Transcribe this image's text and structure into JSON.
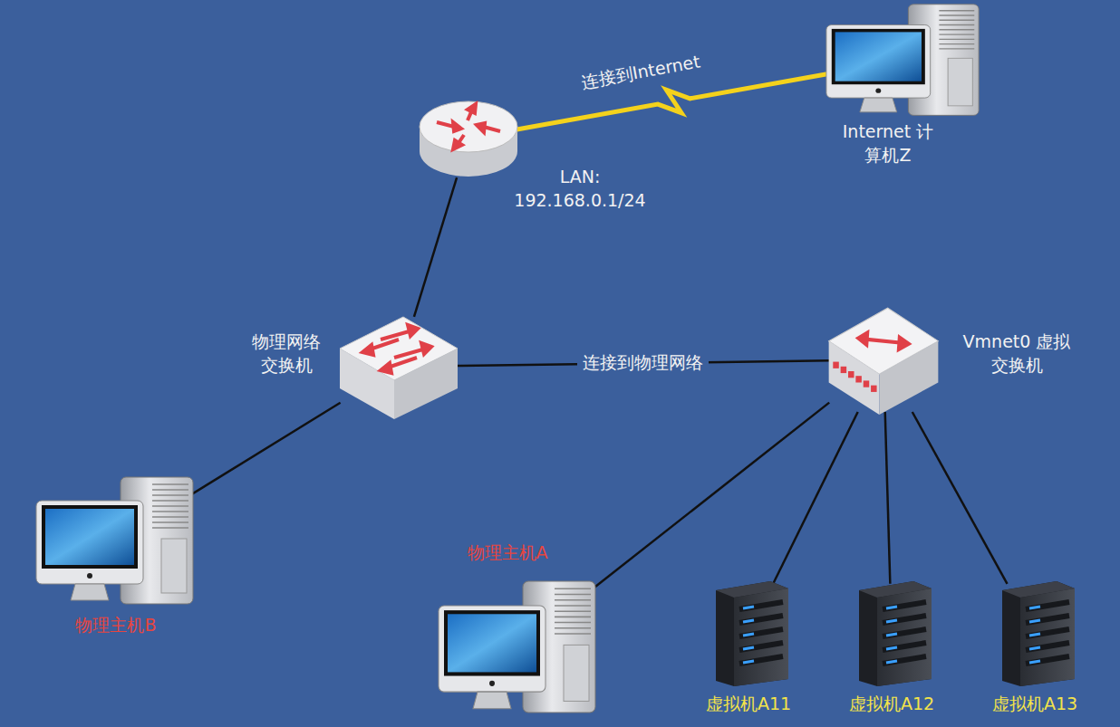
{
  "diagram": {
    "nodes": [
      {
        "text": [
          "LAN: 192.168.0.1/24"
        ]
      },
      {
        "text": [
          "Internet 计算机Z"
        ]
      },
      {
        "text": [
          "物理网络 交换机"
        ]
      },
      {
        "text": [
          "Vmnet0 虚拟交换机"
        ]
      },
      {
        "text": [
          "物理主机B"
        ]
      },
      {
        "text": [
          "物理主机A"
        ]
      },
      {
        "text": [
          "虚拟机A11"
        ]
      },
      {
        "text": [
          "虚拟机A12"
        ]
      },
      {
        "text": [
          "虚拟机A13"
        ]
      }
    ],
    "edges": [
      {
        "from": 0,
        "to": 1,
        "arrow": "none",
        "label": "连接到Internet"
      },
      {
        "from": 0,
        "to": 2,
        "arrow": "none"
      },
      {
        "from": 2,
        "to": 3,
        "arrow": "none",
        "label": "连接到物理网络"
      },
      {
        "from": 2,
        "to": 4,
        "arrow": "none"
      },
      {
        "from": 3,
        "to": 5,
        "arrow": "none"
      },
      {
        "from": 3,
        "to": 6,
        "arrow": "none"
      },
      {
        "from": 3,
        "to": 7,
        "arrow": "none"
      },
      {
        "from": 3,
        "to": 8,
        "arrow": "none"
      }
    ]
  }
}
